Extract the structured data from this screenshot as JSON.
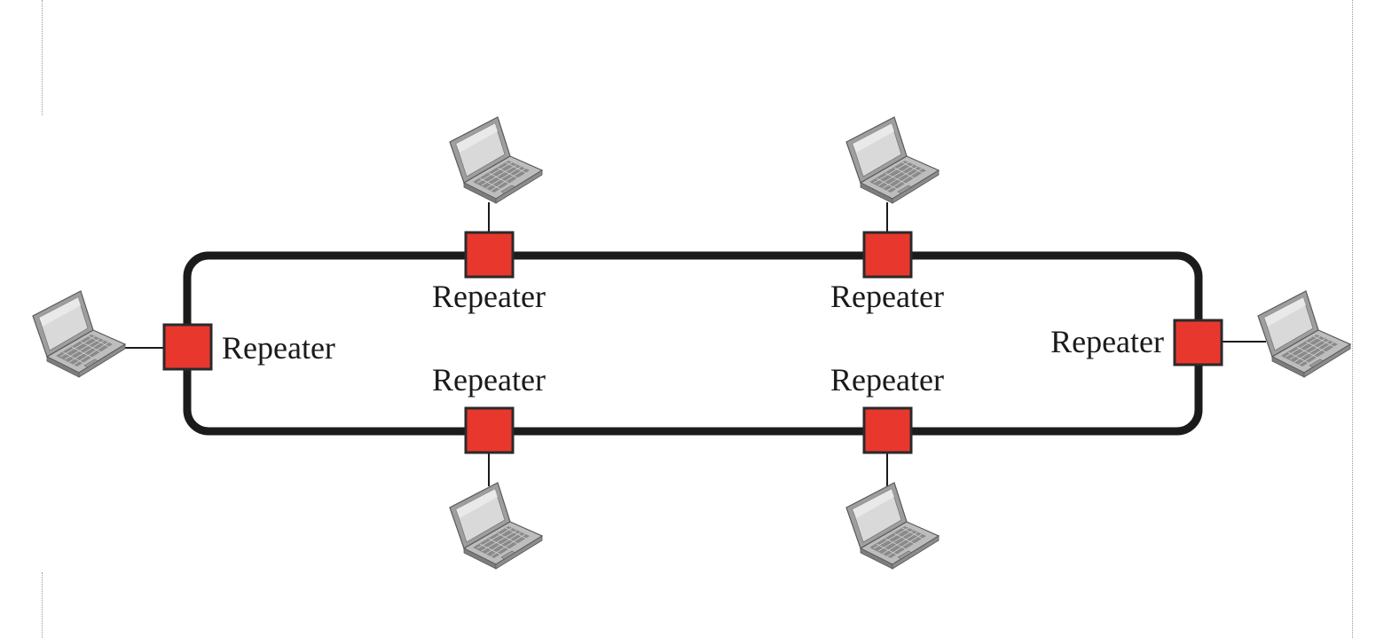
{
  "diagram": {
    "type": "ring-topology",
    "colors": {
      "ring": "#1b1b1b",
      "repeater_fill": "#e8382e",
      "repeater_border": "#2a2a2a",
      "laptop_body": "#a9a9a9",
      "laptop_screen": "#d4d4d4"
    },
    "repeaters": [
      {
        "id": "left",
        "label": "Repeater"
      },
      {
        "id": "top-left",
        "label": "Repeater"
      },
      {
        "id": "top-right",
        "label": "Repeater"
      },
      {
        "id": "right",
        "label": "Repeater"
      },
      {
        "id": "bottom-left",
        "label": "Repeater"
      },
      {
        "id": "bottom-right",
        "label": "Repeater"
      }
    ],
    "stations": [
      {
        "attached_to": "left",
        "icon": "laptop-icon"
      },
      {
        "attached_to": "top-left",
        "icon": "laptop-icon"
      },
      {
        "attached_to": "top-right",
        "icon": "laptop-icon"
      },
      {
        "attached_to": "right",
        "icon": "laptop-icon"
      },
      {
        "attached_to": "bottom-left",
        "icon": "laptop-icon"
      },
      {
        "attached_to": "bottom-right",
        "icon": "laptop-icon"
      }
    ]
  }
}
